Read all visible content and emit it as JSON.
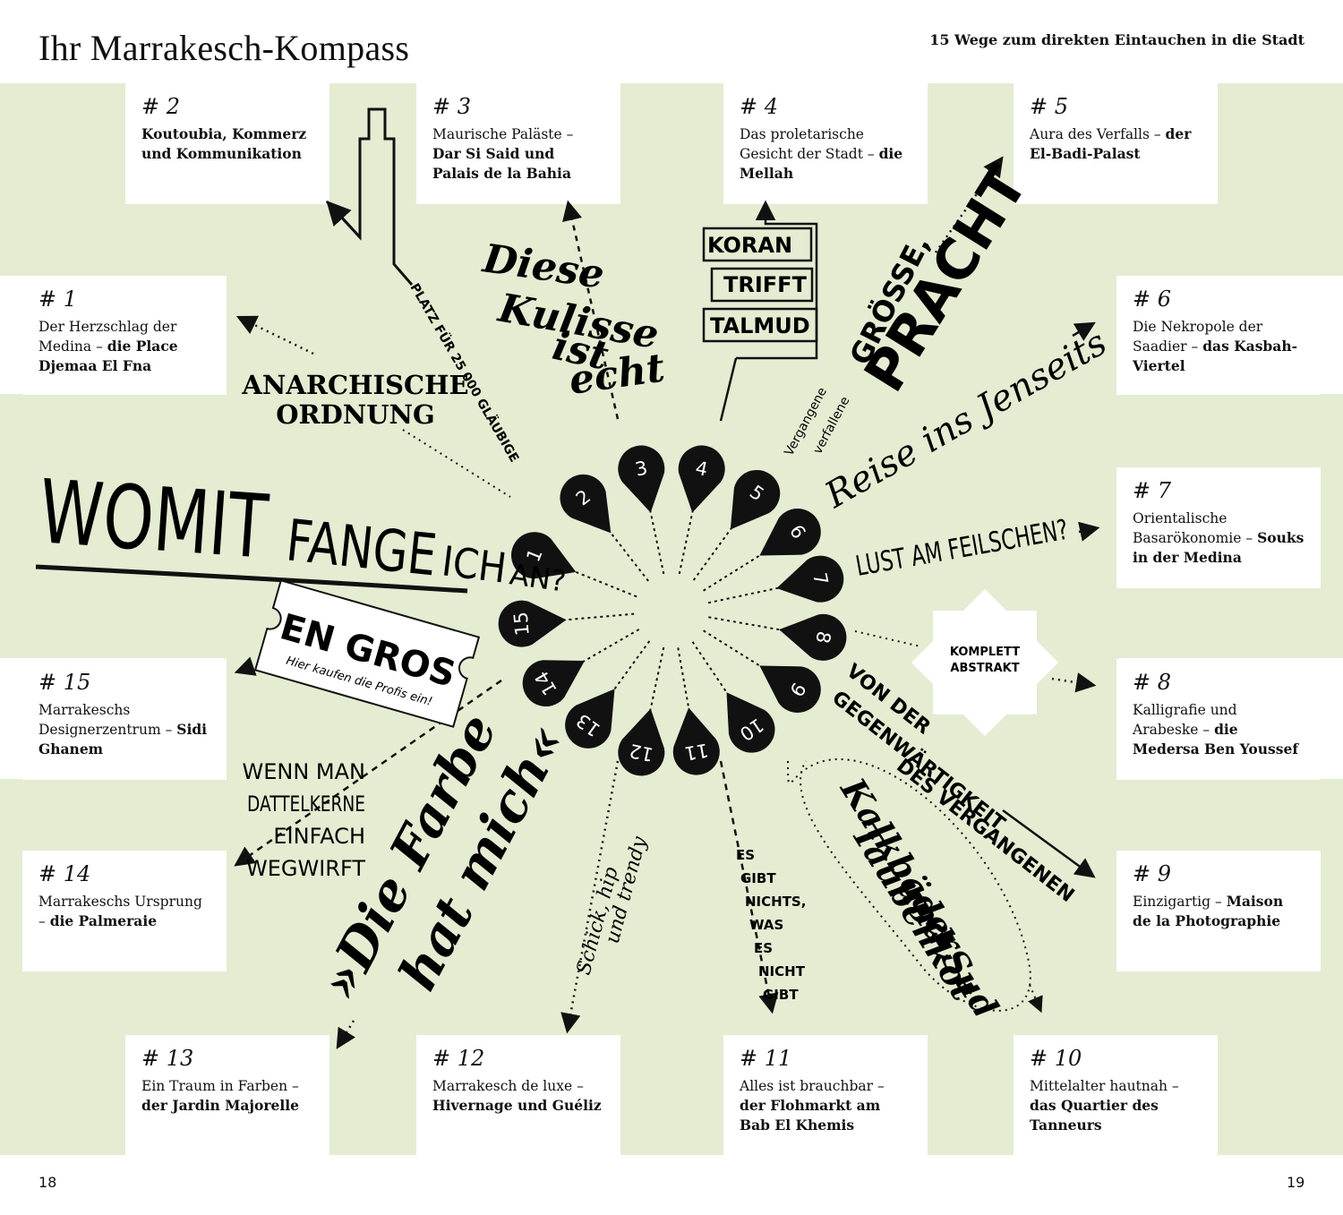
{
  "header": {
    "title": "Ihr Marrakesch-Kompass",
    "subtitle": "15 Wege zum direkten Eintauchen in die Stadt"
  },
  "pages": {
    "left": "18",
    "right": "19"
  },
  "cards": [
    {
      "num": "# 2",
      "plain": "",
      "bold": "Koutoubia, Kommerz und Kommunikation"
    },
    {
      "num": "# 3",
      "plain": "Maurische Paläste –",
      "bold": "Dar Si Said und Palais de la Bahia"
    },
    {
      "num": "# 4",
      "plain": "Das proletarische Gesicht der Stadt –",
      "bold": "die Mellah"
    },
    {
      "num": "# 5",
      "plain": "Aura des Verfalls –",
      "bold": "der El-Badi-Palast"
    },
    {
      "num": "# 1",
      "plain": "Der Herzschlag der Medina –",
      "bold": "die Place Djemaa El Fna"
    },
    {
      "num": "# 6",
      "plain": "Die Nekropole der Saadier –",
      "bold": "das Kasbah-Viertel"
    },
    {
      "num": "# 7",
      "plain": "Orientalische Basarökonomie –",
      "bold": "Souks in der Medina"
    },
    {
      "num": "# 15",
      "plain": "Marrakeschs Designerzentrum –",
      "bold": "Sidi Ghanem"
    },
    {
      "num": "# 8",
      "plain": "Kalligrafie und Arabeske –",
      "bold": "die Medersa Ben Youssef"
    },
    {
      "num": "# 14",
      "plain": "Marrakeschs Ursprung –",
      "bold": "die Palmeraie"
    },
    {
      "num": "# 9",
      "plain": "Einzigartig –",
      "bold": "Maison de la Photographie"
    },
    {
      "num": "# 13",
      "plain": "Ein Traum in Farben –",
      "bold": "der Jardin Majorelle"
    },
    {
      "num": "# 12",
      "plain": "Marrakesch de luxe –",
      "bold": "Hivernage und Guéliz"
    },
    {
      "num": "# 11",
      "plain": "Alles ist brauchbar –",
      "bold": "der Flohmarkt am Bab El Khemis"
    },
    {
      "num": "# 10",
      "plain": "Mittelalter hautnah –",
      "bold": "das Quartier des Tanneurs"
    }
  ],
  "pins": [
    "1",
    "2",
    "3",
    "4",
    "5",
    "6",
    "7",
    "8",
    "9",
    "10",
    "11",
    "12",
    "13",
    "14",
    "15"
  ],
  "center_title": [
    "WOMIT",
    "FANGE",
    "ICH",
    "AN?"
  ],
  "labels": {
    "anarchische": [
      "ANARCHISCHE",
      "ORDNUNG"
    ],
    "platz": "PLATZ FÜR 25 000 GLÄUBIGE",
    "kulisse": [
      "Diese",
      "Kulisse",
      "ist",
      "echt"
    ],
    "koran": [
      "KORAN",
      "TRIFFT",
      "TALMUD"
    ],
    "groesse": "GRÖSSE,",
    "pracht": "PRACHT",
    "vergangene": [
      "Vergangene",
      "verfallene"
    ],
    "jenseits": "Reise ins Jenseits",
    "feilschen": "LUST AM FEILSCHEN?",
    "abstrakt": [
      "KOMPLETT",
      "ABSTRAKT"
    ],
    "en_gros": "EN GROS",
    "profis": "Hier kaufen die Profis ein!",
    "dattel": [
      "WENN MAN",
      "DATTELKERNE",
      "EINFACH",
      "WEGWIRFT"
    ],
    "farbe": [
      "»Die Farbe",
      "hat mich«"
    ],
    "schick": [
      "Schick, hip",
      "und trendy"
    ],
    "es_gibt": [
      "ES",
      "GIBT",
      "NICHTS,",
      "WAS",
      "ES",
      "NICHT",
      "GIBT"
    ],
    "kalk": [
      "Kalkbäder,",
      "Taubenkot",
      "und Sud"
    ],
    "gegenwart": [
      "VON DER",
      "GEGENWÄRTIGKEIT",
      "DES VERGANGENEN"
    ]
  },
  "colors": {
    "band": "#e4ecd2",
    "ink": "#111111",
    "card": "#ffffff"
  }
}
